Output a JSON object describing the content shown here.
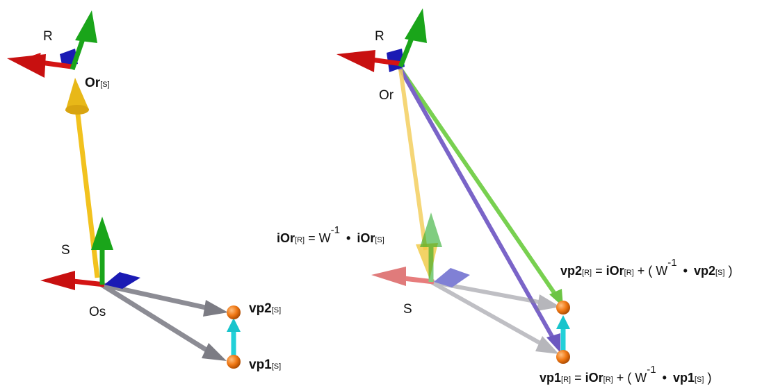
{
  "left": {
    "frame_R": "R",
    "frame_S": "S",
    "origin_R": "Or",
    "origin_R_sub": "[S]",
    "origin_S": "Os",
    "vp2": "vp2",
    "vp2_sub": "[S]",
    "vp1": "vp1",
    "vp1_sub": "[S]"
  },
  "right": {
    "frame_R": "R",
    "frame_S": "S",
    "origin_R": "Or"
  },
  "eq_iOr": {
    "lhs": "iOr",
    "lhs_sub": "[R]",
    "equals": "=",
    "W": "W",
    "inv": "-1",
    "rhs": "iOr",
    "rhs_sub": "[S]"
  },
  "eq_vp2": {
    "lhs": "vp2",
    "lhs_sub": "[R]",
    "equals": "=",
    "term": "iOr",
    "term_sub": "[R]",
    "plus": "+ (",
    "W": "W",
    "inv": "-1",
    "vec": "vp2",
    "vec_sub": "[S]",
    "close": ")"
  },
  "eq_vp1": {
    "lhs": "vp1",
    "lhs_sub": "[R]",
    "equals": "=",
    "term": "iOr",
    "term_sub": "[R]",
    "plus": "+ (",
    "W": "W",
    "inv": "-1",
    "vec": "vp1",
    "vec_sub": "[S]",
    "close": ")"
  },
  "colors": {
    "x_axis": "#d41414",
    "y_axis": "#1aa51a",
    "z_axis": "#1a1ab4",
    "origin_vector": "#f2c21e",
    "point_vector": "#8c8c94",
    "point": "#f07814",
    "diff_vector": "#22d0d8",
    "vp2_transform": "#78d050",
    "vp1_transform": "#7a64c8"
  }
}
